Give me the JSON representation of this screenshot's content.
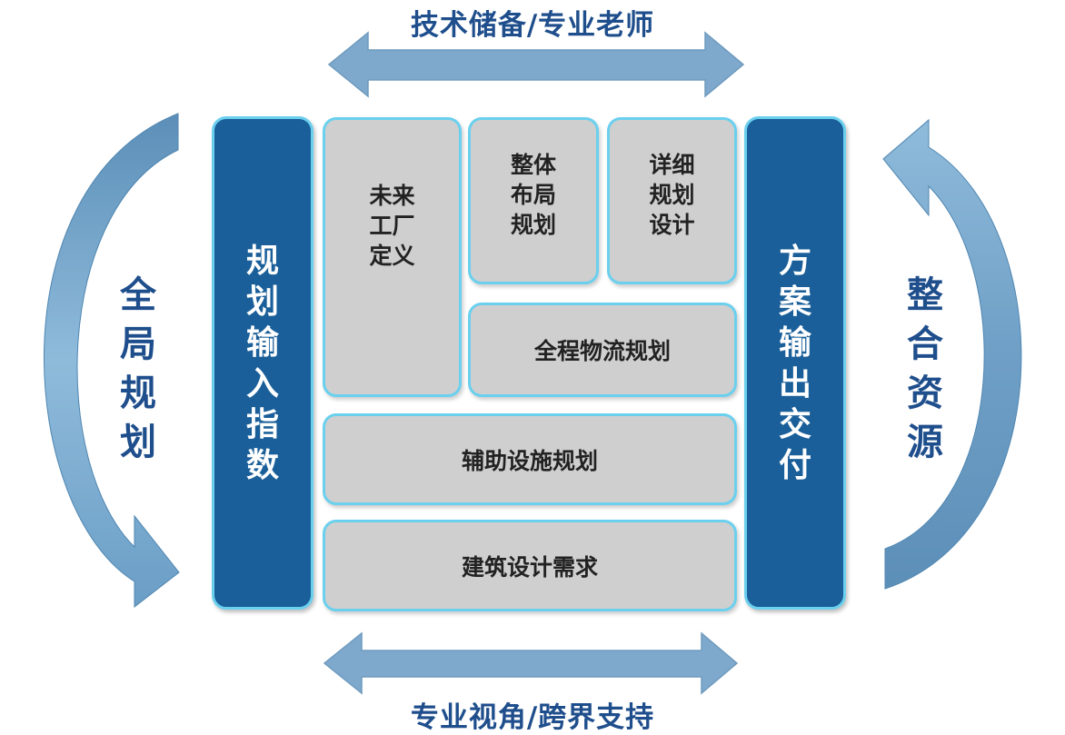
{
  "top_caption": "技术储备/专业老师",
  "bottom_caption": "专业视角/跨界支持",
  "left_cycle_label": "全局规划",
  "right_cycle_label": "整合资源",
  "left_pillar": "规划输入指数",
  "right_pillar": "方案输出交付",
  "modules": {
    "future_factory": "未来工厂定义",
    "overall_layout": "整体布局规划",
    "detailed_design": "详细规划设计",
    "logistics": "全程物流规划",
    "auxiliary": "辅助设施规划",
    "building": "建筑设计需求"
  },
  "colors": {
    "pillar_fill": "#1a5f99",
    "block_fill": "#cfcfcf",
    "outline": "#6bd0ee",
    "arrow": "#7ea9cc",
    "text_dark_blue": "#1f4e8c"
  }
}
